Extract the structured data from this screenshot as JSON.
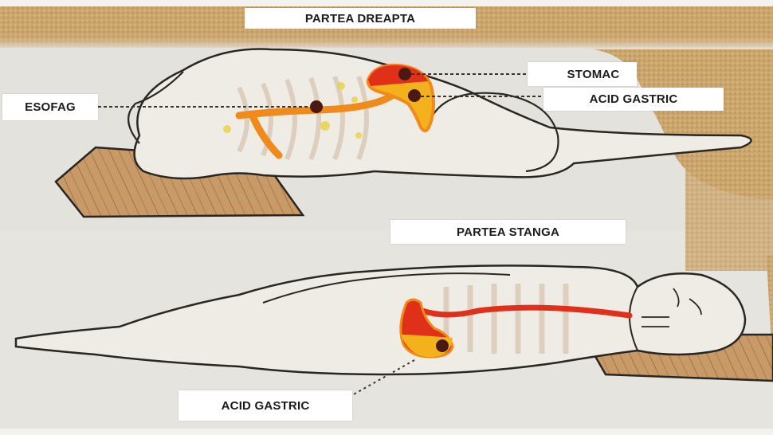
{
  "diagram": {
    "title_top": "PARTEA DREAPTA",
    "title_bottom": "PARTEA STANGA",
    "top_figure": {
      "position": "lying on right side",
      "labels": {
        "esophagus": "ESOFAG",
        "stomach": "STOMAC",
        "acid": "ACID GASTRIC"
      }
    },
    "bottom_figure": {
      "position": "lying on left side",
      "labels": {
        "acid": "ACID GASTRIC"
      }
    },
    "colors": {
      "sand_background": "#c9a46a",
      "pale_background": "#e6e4df",
      "figure_fill": "#efece6",
      "outline": "#2a2622",
      "stomach_red": "#e0301a",
      "stomach_orange": "#f08a1a",
      "acid_yellow": "#f3b21c",
      "acid_dot": "#4a1a12",
      "pillow": "#c79a6a",
      "label_bg": "#ffffff",
      "label_text": "#1c1c1c"
    }
  }
}
